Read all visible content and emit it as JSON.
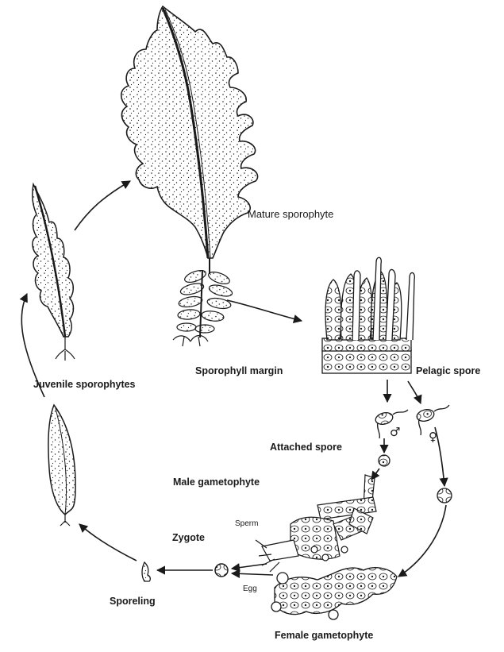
{
  "labels": {
    "mature_sporophyte": "Mature sporophyte",
    "sporophyll_margin": "Sporophyll margin",
    "pelagic_spore": "Pelagic spore",
    "juvenile_sporophytes": "Juvenile sporophytes",
    "attached_spore": "Attached spore",
    "male_gametophyte": "Male gametophyte",
    "sperm": "Sperm",
    "zygote": "Zygote",
    "egg": "Egg",
    "sporeling": "Sporeling",
    "female_gametophyte": "Female gametophyte"
  },
  "symbols": {
    "male": "♂",
    "female": "♀"
  },
  "colors": {
    "ink": "#1a1a1a",
    "background": "#ffffff"
  }
}
